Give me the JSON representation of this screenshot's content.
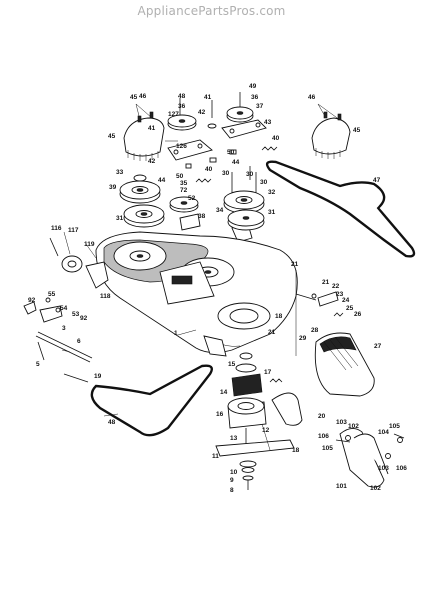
{
  "watermark": "AppliancePartsPros.com",
  "labels": {
    "l45a": "45",
    "l46a": "46",
    "l49": "49",
    "l48": "48",
    "l36a": "36",
    "l127": "127",
    "l41a": "41",
    "l41b": "41",
    "l42a": "42",
    "l36b": "36",
    "l37": "37",
    "l43": "43",
    "l46b": "46",
    "l45b": "45",
    "l40a": "40",
    "l126": "126",
    "l50a": "50",
    "l42b": "42",
    "l44a": "44",
    "l33": "33",
    "l44b": "44",
    "l50b": "50",
    "l40b": "40",
    "l35": "35",
    "l30a": "30",
    "l72": "72",
    "l52": "52",
    "l30b": "30",
    "l30c": "30",
    "l39": "39",
    "l32": "32",
    "l47": "47",
    "l31a": "31",
    "l38": "38",
    "l34": "34",
    "l31b": "31",
    "l116": "116",
    "l117": "117",
    "l119": "119",
    "l21a": "21",
    "l21b": "21",
    "l22": "22",
    "l23": "23",
    "l24": "24",
    "l25": "25",
    "l118": "118",
    "l92a": "92",
    "l55": "55",
    "l54": "54",
    "l53": "53",
    "l92b": "92",
    "l3": "3",
    "l18a": "18",
    "l21c": "21",
    "l28": "28",
    "l26": "26",
    "l29": "29",
    "l27": "27",
    "l1": "1",
    "l6": "6",
    "l5": "5",
    "l19": "19",
    "l15": "15",
    "l17": "17",
    "l14": "14",
    "l20": "20",
    "l16": "16",
    "l48b": "48",
    "l103a": "103",
    "l102a": "102",
    "l104": "104",
    "l105": "105",
    "l106a": "106",
    "l105b": "105",
    "l106b": "106",
    "l13": "13",
    "l12": "12",
    "l18b": "18",
    "l11": "11",
    "l103b": "103",
    "l10": "10",
    "l9": "9",
    "l101": "101",
    "l102b": "102",
    "l8": "8"
  }
}
